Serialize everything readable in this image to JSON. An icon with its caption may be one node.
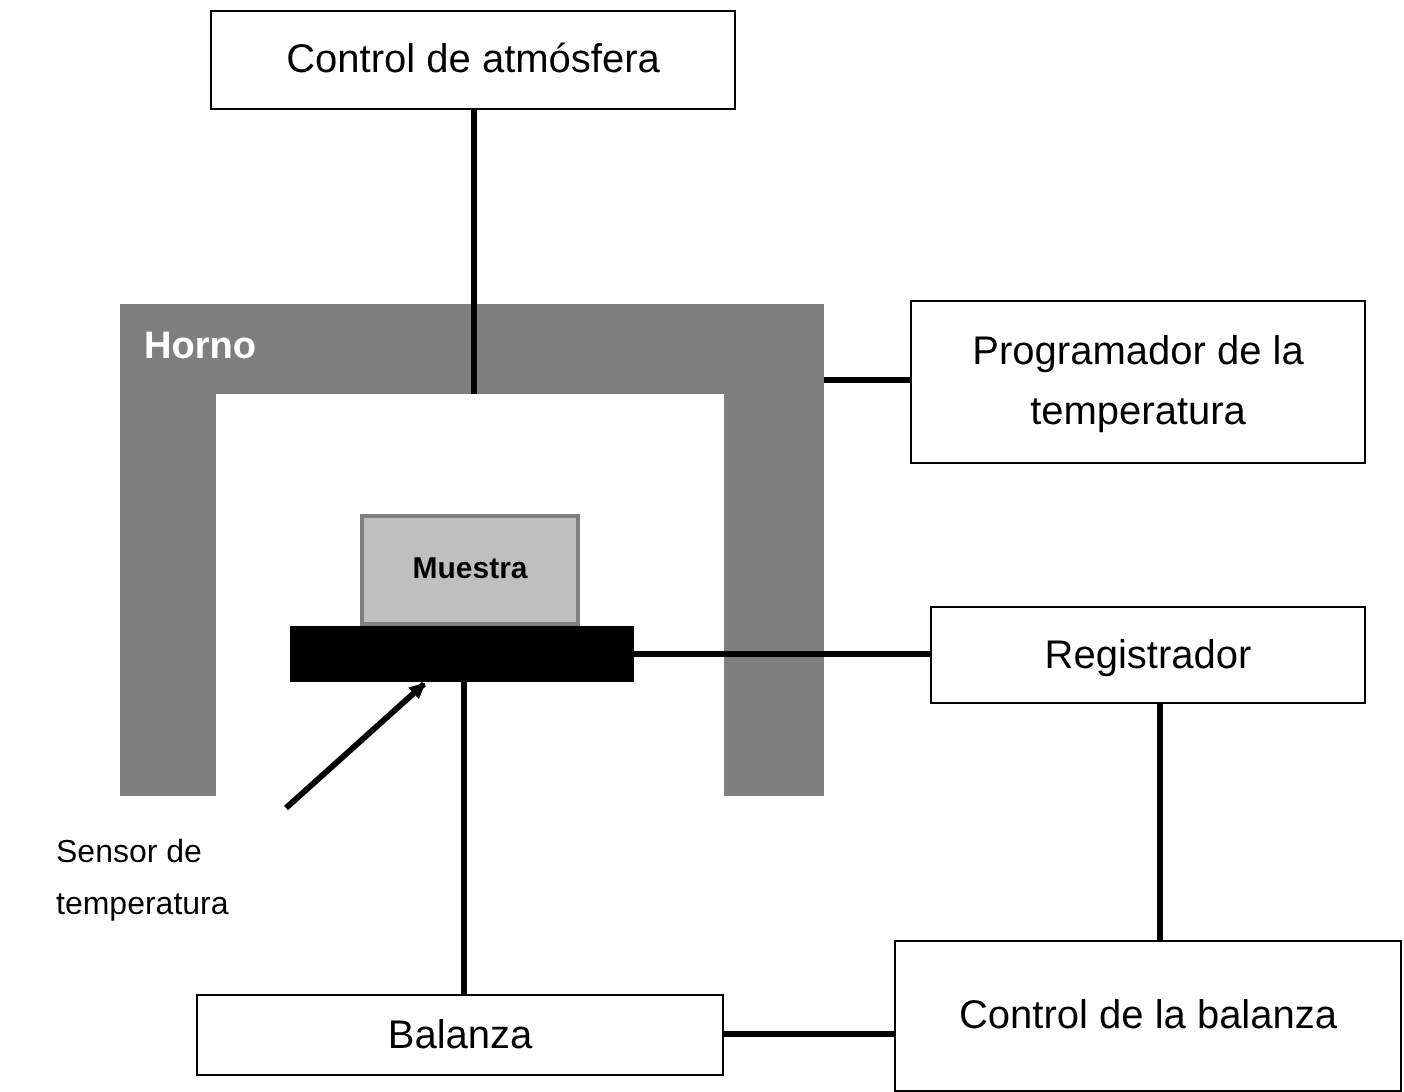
{
  "diagram": {
    "nodes": [
      {
        "text": [
          "Control de atmósfera"
        ]
      },
      {
        "text": [
          "Horno"
        ]
      },
      {
        "text": [],
        "shape": "box",
        "in": 1
      },
      {
        "text": [
          "Muestra"
        ],
        "in": 2
      },
      {
        "text": [],
        "shape": "bar",
        "in": 2
      },
      {
        "text": [
          "Programador de la temperatura"
        ]
      },
      {
        "text": [
          "Registrador"
        ]
      },
      {
        "text": [
          "Sensor de temperatura"
        ]
      },
      {
        "text": [
          "Balanza"
        ]
      },
      {
        "text": [
          "Control de la balanza"
        ]
      }
    ],
    "edges": [
      {
        "from": 0,
        "to": 2,
        "arrow": "none"
      },
      {
        "from": 1,
        "to": 5,
        "arrow": "none"
      },
      {
        "from": 4,
        "to": 6,
        "arrow": "none"
      },
      {
        "from": 4,
        "to": 8,
        "arrow": "none"
      },
      {
        "from": 6,
        "to": 9,
        "arrow": "none"
      },
      {
        "from": 8,
        "to": 9,
        "arrow": "none"
      },
      {
        "from": 7,
        "to": 4,
        "arrow": "to"
      }
    ]
  }
}
